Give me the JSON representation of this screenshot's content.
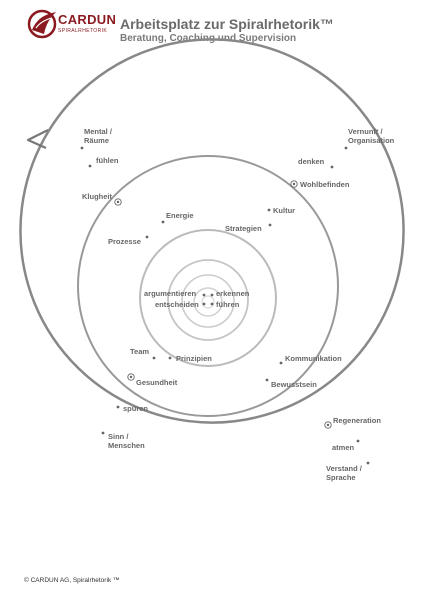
{
  "header": {
    "logo_text": "CARDUN",
    "logo_subtext": "SPIRALRHETORIK",
    "title": "Arbeitsplatz zur Spiralrhetorik™",
    "subtitle": "Beratung, Coaching und Supervision"
  },
  "footer": {
    "copyright": "© CARDUN AG, Spiralrhetorik ™"
  },
  "colors": {
    "outer_ring": "#888888",
    "middle_ring": "#999999",
    "inner_ring": "#bbbbbb",
    "brand": "#8a1a1f"
  },
  "labels": {
    "mental_raeume_1": "Mental /",
    "mental_raeume_2": "Räume",
    "fuehlen": "fühlen",
    "klugheit": "Klugheit",
    "energie": "Energie",
    "prozesse": "Prozesse",
    "vernunft_1": "Vernunft /",
    "vernunft_2": "Organisation",
    "denken": "denken",
    "wohlbefinden": "Wohlbefinden",
    "kultur": "Kultur",
    "strategien": "Strategien",
    "argumentieren": "argumentieren",
    "erkennen": "erkennen",
    "entscheiden": "entscheiden",
    "fuehren": "führen",
    "team": "Team",
    "prinzipien": "Prinzipien",
    "kommunikation": "Kommunikation",
    "gesundheit": "Gesundheit",
    "bewusstsein": "Bewusstsein",
    "spueren": "spüren",
    "sinn_1": "Sinn /",
    "sinn_2": "Menschen",
    "regeneration": "Regeneration",
    "atmen": "atmen",
    "verstand_1": "Verstand /",
    "verstand_2": "Sprache"
  }
}
